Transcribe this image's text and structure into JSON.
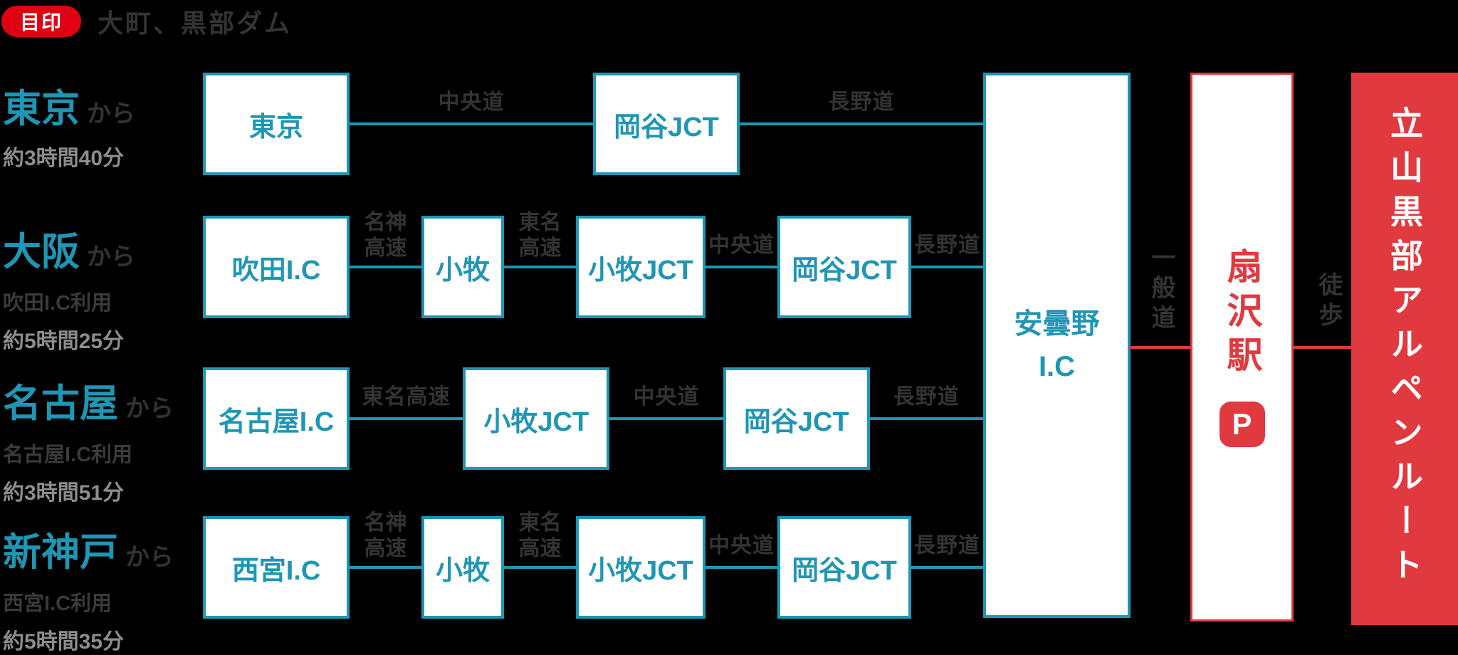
{
  "header": {
    "badge_label": "目印",
    "landmark_text": "大町、黒部ダム"
  },
  "colors": {
    "teal": "#1e96b4",
    "red": "#e0393f",
    "badge_red": "#e00012",
    "road_label_text": "#333333",
    "via_text": "#3a3a3a",
    "duration_text": "#8d8d8d",
    "box_fill": "#ffffff",
    "background": "#000000"
  },
  "rows": [
    {
      "city": "東京",
      "suffix": "から",
      "via": "",
      "duration": "約3時間40分",
      "nodes": [
        "東京",
        "岡谷JCT"
      ],
      "roads": [
        "中央道",
        "長野道"
      ]
    },
    {
      "city": "大阪",
      "suffix": "から",
      "via": "吹田I.C利用",
      "duration": "約5時間25分",
      "nodes": [
        "吹田I.C",
        "小牧",
        "小牧JCT",
        "岡谷JCT"
      ],
      "roads": [
        "名神高速",
        "東名高速",
        "中央道",
        "長野道"
      ]
    },
    {
      "city": "名古屋",
      "suffix": "から",
      "via": "名古屋I.C利用",
      "duration": "約3時間51分",
      "nodes": [
        "名古屋I.C",
        "小牧JCT",
        "岡谷JCT"
      ],
      "roads": [
        "東名高速",
        "中央道",
        "長野道"
      ]
    },
    {
      "city": "新神戸",
      "suffix": "から",
      "via": "西宮I.C利用",
      "duration": "約5時間35分",
      "nodes": [
        "西宮I.C",
        "小牧",
        "小牧JCT",
        "岡谷JCT"
      ],
      "roads": [
        "名神高速",
        "東名高速",
        "中央道",
        "長野道"
      ]
    }
  ],
  "hub": {
    "line1": "安曇野",
    "line2": "I.C"
  },
  "connections": {
    "general_road": "一般道",
    "walk": "徒歩"
  },
  "station": {
    "name": "扇沢駅",
    "parking_badge": "P"
  },
  "destination": {
    "name": "立山黒部アルペンルート"
  }
}
